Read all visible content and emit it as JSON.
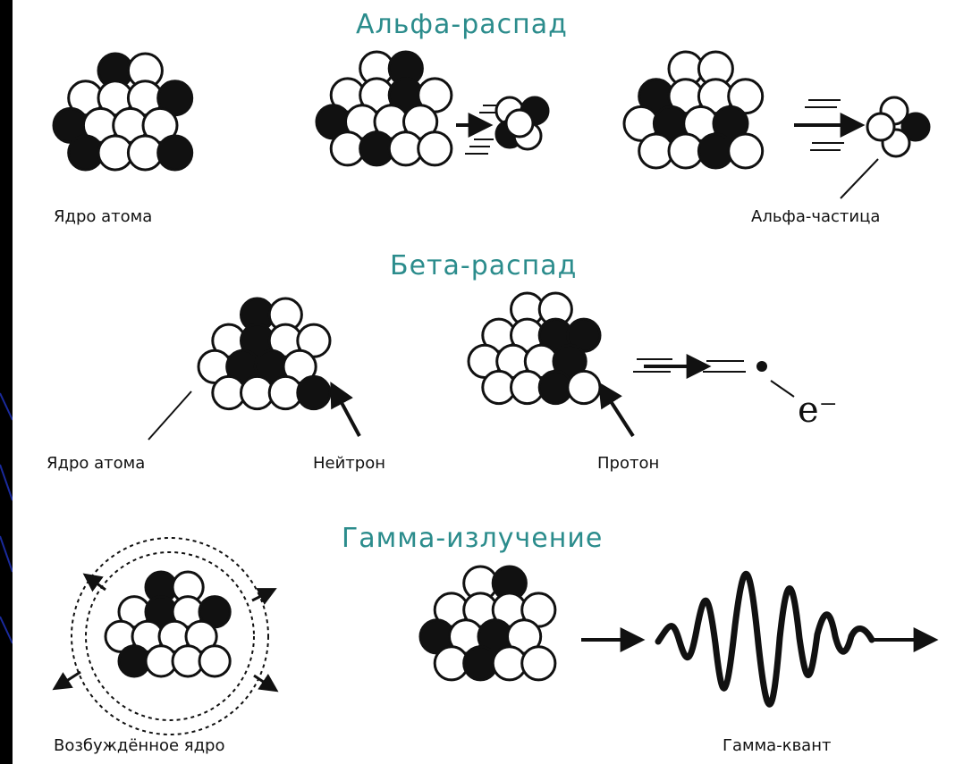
{
  "alpha": {
    "title": "Альфа-распад",
    "nucleus_label": "Ядро атома",
    "particle_label": "Альфа-частица"
  },
  "beta": {
    "title": "Бета-распад",
    "nucleus_label": "Ядро атома",
    "neutron_label": "Нейтрон",
    "proton_label": "Протон",
    "electron_symbol": "e⁻"
  },
  "gamma": {
    "title": "Гамма-излучение",
    "excited_label": "Возбуждённое ядро",
    "quantum_label": "Гамма-квант"
  },
  "colors": {
    "heading": "#2b8c8c",
    "frame": "#000000",
    "accent": "#1a2a9c",
    "panel": "#ffffff"
  }
}
